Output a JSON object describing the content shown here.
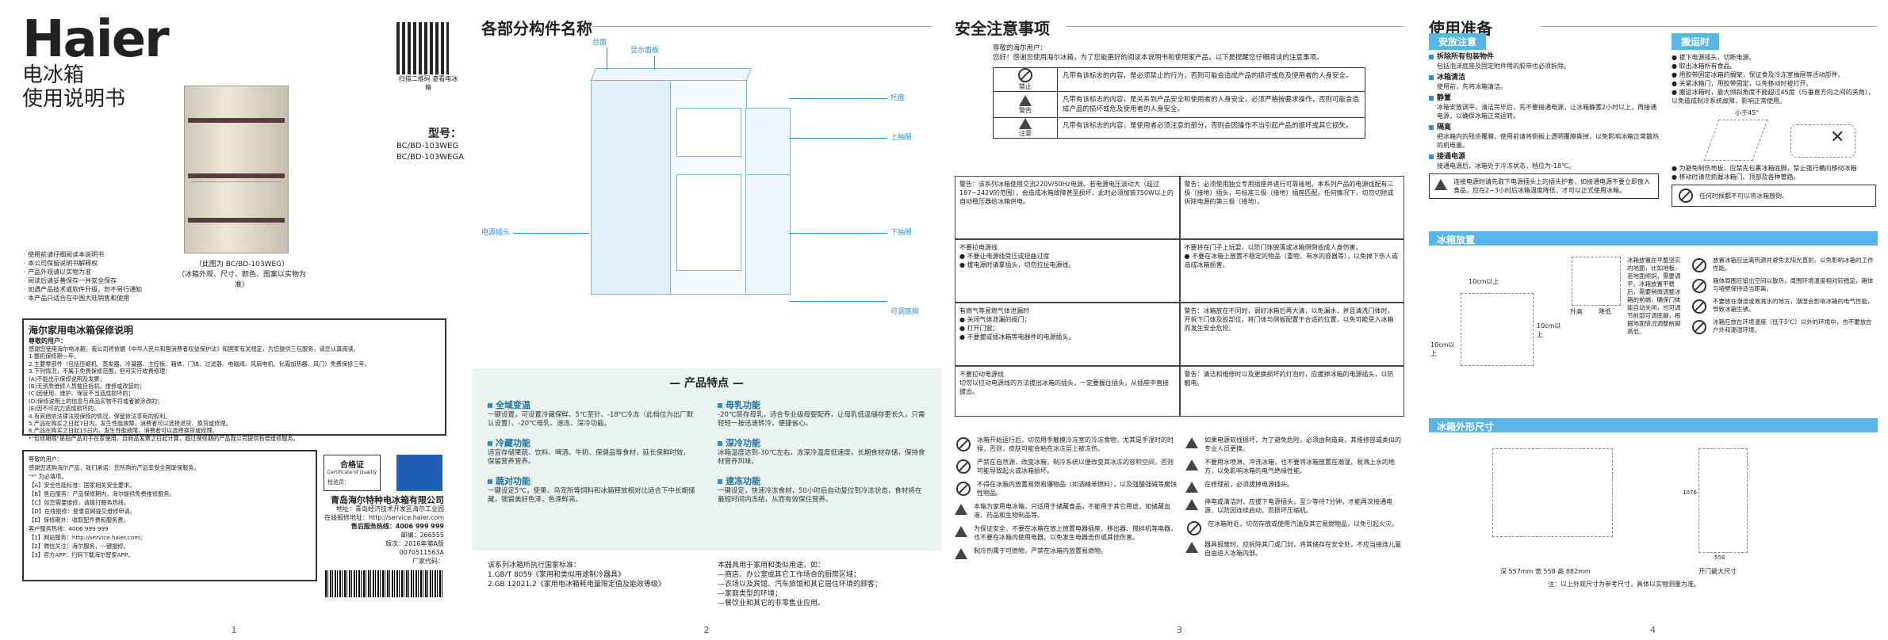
{
  "page1": {
    "brand": "Haier",
    "title_line1": "电冰箱",
    "title_line2": "使用说明书",
    "qr_caption": "扫描二维码 查看电冰箱",
    "model_label": "型号：",
    "models": [
      "BC/BD-103WEG",
      "BC/BD-103WEGA"
    ],
    "image_note1": "（此图为 BC/BD-103WEG）",
    "image_note2": "（冰箱外观、尺寸、颜色、图案以实物为准）",
    "bullets": [
      "· 使用前请仔细阅读本说明书",
      "· 本公司保留说明书解释权",
      "· 产品外观请以实物为准",
      "· 阅读后请妥善保存一并安全保存",
      "· 如遇产品技术或软件升级，恕不另行通知",
      "· 本产品只适合在中国大陆销售和使用"
    ],
    "warranty_title": "海尔家用电冰箱保修说明",
    "warranty_sub": "尊敬的用户：",
    "warranty_lines": [
      "感谢您使用海尔电冰箱，我公司将依据《中华人民共和国消费者权益保护法》和国家有关规定，为您提供三包服务，请您认真阅读。",
      "1.整机保修期一年。",
      "2.主要零部件（包括压缩机、蒸发器、冷凝器、主控板、箱体、门体、过滤器、电磁阀、风扇电机、化霜加热器、风门）免费保修三年。",
      "3.下列情况，不属于免费保修范围，但可实行收费修理：",
      "(A)不能出示保修说明及发票；",
      "(B)无资质维修人员擅自拆机、维修或改装的；",
      "(C)因使用、维护、保管不当造成损坏的；",
      "(D)保修说明上的信息与商品实物不符或者被涂改的；",
      "(E)因不可抗力造成损坏的。",
      "4.有其他依法律法规保修的情况，保留依法享有的权利。",
      "5.产品在购买之日起7日内，发生性能故障，消费者可以选择退货、换货或修理。",
      "6.产品在购买之日起15日内，发生性能故障，消费者可以选择换货或修理。",
      "*\"包修期限\"是指产品对于在家使用，自商品发票之日起计算，超过保修期的产品我公司提供有偿维修服务。"
    ],
    "reg_lines": [
      "尊敬的用户：",
      "感谢您选购海尔产品，我们承诺：您所购的产品享受全国联保服务。",
      "\"*\" 为必填项。",
      "【A】安全性能标准：国家相关安全要求。",
      "【B】售后服务：产品保修期内，海尔提供免费维修服务。",
      "【C】如您需要维修，请拨打服务热线。",
      "【D】在线报修：登录官网提交维修申请。",
      "【E】保修期外：收取配件费和服务费。",
      "客户服务热线：4006 999 999",
      "【1】网站服务：http://service.haier.com；",
      "【2】微信关注：海尔服务，一键报修。",
      "【3】官方APP：扫码下载海尔智家APP。"
    ],
    "cert_title": "合格证",
    "cert_sub": "Certificate of Quality",
    "cert_inspector": "检验员：",
    "company": "青岛海尔特种电冰箱有限公司",
    "address": "地址：青岛经济技术开发区海尔工业园",
    "website": "在线报修地址：http://service.haier.com",
    "hotline": "售后服务热线：4006 999 999",
    "postcode": "邮编：266555",
    "edition": "版次：2016年第A版",
    "factory": "厂家代码：",
    "code": "0070511563A",
    "page_number": "1"
  },
  "page2": {
    "title": "各部分构件名称",
    "labels": {
      "top": "台面",
      "display": "显示面板",
      "tray": "托盘",
      "upper": "上抽屉",
      "lower": "下抽屉",
      "cord": "电源插头",
      "feet": "可调底脚"
    },
    "features_title": "— 产品特点 —",
    "features": [
      {
        "name": "全域变温",
        "text": "一键设置，可设置冷藏保鲜、5℃至针、-18℃冷冻（此档位为出厂默认设置）、-20℃母乳、速冻、深冷功能。"
      },
      {
        "name": "母乳功能",
        "text": "-20℃层存母乳，适合专业级母婴配养，让母乳低温储存更长久，只需轻轻一按迅速转冷，便捷省心。"
      },
      {
        "name": "冷藏功能",
        "text": "适宜存储果蔬、饮料、啤酒、牛奶、保健品等食材，延长保鲜时效，保留营养营养。"
      },
      {
        "name": "深冷功能",
        "text": "冰箱温度达到-30℃左右，冻深冷温度低速度，长期食材存储，保持食材营养风味。"
      },
      {
        "name": "蔬对功能",
        "text": "一键设定5℃，使果、鸟宠所等饲料和冰箱释放相对比适合下中长期储藏，锁留美好色泽，色泽鲜亮。"
      },
      {
        "name": "速冻功能",
        "text": "一键设定，快速冷冻食材，50小时后自动复位到冷冻状态，食材将在最短时间内冻结，从而有效保住营养。"
      }
    ],
    "standards_title": "该系列冰箱所执行国家标准：",
    "standards": [
      "1.GB/T 8059《家用和类似用途制冷器具》",
      "2.GB 12021.2《家用电冰箱耗电量限定值及能效等级》"
    ],
    "usage_title": "本器具用于家用和类似用途，如：",
    "usage": [
      "—商店、办公室或其它工作场合的厨房区域；",
      "—农场以及宾馆、汽车旅馆和其它居住环境的顾客；",
      "—家庭类型的环境；",
      "—餐饮业和其它的非零售业应用。"
    ],
    "page_number": "2"
  },
  "page3": {
    "title": "安全注意事项",
    "intro_lines": [
      "尊敬的海尔用户：",
      "您好！感谢您使用海尔冰箱，为了您能更好的阅读本说明书和使用家产品，以下是提醒您仔细阅读的注意事项。"
    ],
    "legend": [
      {
        "label": "禁止",
        "text": "凡带有该标志的内容，是必须禁止的行为，否则可能会造成产品的损坏或危及使用者的人身安全。"
      },
      {
        "label": "警告",
        "text": "凡带有该标志的内容，是关系到产品安全和使用者的人身安全，必须严格按要求操作，否则可能会造成产品的损坏或危及使用者的人身安全。"
      },
      {
        "label": "注意",
        "text": "凡带有该标志的内容，是使用者必须注意的部分，否则会因操作不当引起产品的损坏或其它损失。"
      }
    ],
    "grid": [
      "警告：该系列冰箱使用交流220V/50Hz电源。若电源电压波动大（超过187~242V的范围），会造成冰箱故障甚至损坏，此时必须加装750W以上的自动稳压器给冰箱供电。",
      "警告：必须使用独立专用插座并进行可靠接地。本系列产品的电源线配有三极（接地）插头，与标准三极（接地）插座匹配。任何情况下，切勿切除或拆除电源的第三极（接地）。",
      "不要拉电源线\n● 不要让电源线受压或扭曲过度\n● 拔电源时请拿插头，切勿拉扯电源线。",
      "不要将在门子上玩耍，以防门体脱落或冰箱侧倒造成人身伤害。\n● 不要在冰箱上放置不稳定的物品（重物、有水的容器等），以免掉下伤人或造成冰箱损害。",
      "有燃气等易燃气体泄漏时\n● 关闭气体泄漏的阀门；\n● 打开门窗；\n● 不要拔或插冰箱等电器件的电源插头。",
      "警告：冰箱放在不同时，调好冰箱后再大清，以免漏水，并且清洗门体时，开拆下门体及胶部位，将门体与侧板配置于合适的位置，以免可能受入冰箱而发生安全危险。",
      "不要拉动电源线\n切勿以拉动电源线的方法拔出冰箱的插头，一定要握住插头，从插座中直接拔出。",
      "警告：清洁和维修时以及更换损坏的灯泡时，应拔掉冰箱的电源插头，以防触电。"
    ],
    "list_left": [
      "冰箱开始运行后，切勿用手触摸冷冻室的冷冻食物，尤其是手湿时的时候，否则，皮肤可能会粘在冰冻层上被冻伤。",
      "严禁在自然源，改变冰箱，制冷系统以便改变其冰冻的容积空间，否则可能导致起火或冰箱损坏。",
      "不得在冰箱内放置易燃易爆物品（如酒精苯燃料），以及强酸强碱等腐蚀性物品。",
      "本箱为家用电冰箱，只适用于储藏食品，不能用于其它用途，如储藏血液、药品和生物制品等。",
      "为保证安全，不要在冰箱在放上放置电器插座、移出器、搅拌机等电器，也不要在冰箱内使用电器，以免发生电器击伤或其他伤害。",
      "制冷剂属于可燃物，严禁在冰箱内放置易燃物。"
    ],
    "list_right": [
      "如果电源软线损坏，为了避免危险，必须由制造商、其维修部或类似的专业人员更换。",
      "不要用水喷淋、冲洗冰箱，也不要将冰箱放置在潮湿、易溅上水的地方，以免影响冰箱的电气绝缘性能。",
      "在修理前，必须拔掉电源插头。",
      "停电或清洁时，应拔下电源插头，至少等待7分钟，才能再次接通电源，以防因连续启动，而损坏压缩机。",
      "在冰箱附近，切勿存放或使用汽油及其它易燃物品，以免引起火灾。",
      "器具报废时，应拆除其门或门封，将其储存在安全处，不应当接连儿童自由进入冰箱内部。"
    ],
    "page_number": "3"
  },
  "page4": {
    "title": "使用准备",
    "tag_left": "安放注意",
    "tag_right": "搬运时",
    "prep_items": [
      {
        "name": "拆除所有包装物件",
        "text": "包括泡沫底座及固定附件用的胶带也必须拆除。"
      },
      {
        "name": "冰箱清洁",
        "text": "使用前，先将冰箱清洁。"
      },
      {
        "name": "静置",
        "text": "冰箱安放调平，清洁完毕后，先不要接通电源，让冰箱静置2小时以上，再接通电源，以确保冰箱正常运转。"
      },
      {
        "name": "隔离",
        "text": "把冰箱内的残余覆膜，使用前请将侧板上透明覆膜撕掉，以免影响冰箱正常散热的机电量。"
      },
      {
        "name": "接通电源",
        "text": "接通电源后，冰箱处于冷冻状态，档位为-18℃。"
      }
    ],
    "power_note": "连接电源时请先取下电源插头上的插头护套，如接通电源不要立即放入食品，应在2~3小时后冰箱温度降低，才可以正式使用冰箱。",
    "transport": [
      "● 拔下电源插头，切断电源。",
      "● 取出冰箱所有食品。",
      "● 用胶带固定冰箱的搁架，保证食及冷冻室抽屉等活动部件。",
      "● 关紧冰箱门，用胶带固定，以免移动时被打开。",
      "● 搬运冰箱时，最大倾斜角度不能超过45度（与垂直方向之间的夹角），以免造成制冷系统故障，影响正常使用。"
    ],
    "angle_label": "小于45°",
    "transport2": [
      "● 为避免制伤地板，应禁先包裹冰箱底脚，禁止强行横向移动冰箱",
      "● 移动时请勿抓握冰箱门、顶部及各种管路。"
    ],
    "transport_note": "任何时候都不可以将冰箱放倒。",
    "placement_tag": "冰箱放置",
    "gap_top": "10cm以上",
    "gap_side": "10cm以上",
    "gap_front": "10cm以上",
    "level_labels": [
      "升高",
      "降低"
    ],
    "level_text": "冰箱放置在平整坚实的地面，比如地板，若地面倾斜，需要调平。冰箱放置平稳后，需要稍微调整冰箱的前端，确保门体能自动关闭，也可调节前部可调底脚，根据地面情况调整前脚高低。",
    "placement_right": [
      "放置冰箱应远离热源并避免太阳光直射，以免影响冰箱的工作性能。",
      "箱体周围应留出空间以散热，周围环境温度相对较稳定，箱体与墙壁保持适当距离。",
      "不要放在潮湿或易溅水的地方，潮湿会影响冰箱的电气性能，导致冰箱生锈。",
      "冰箱应放在环境温度（低于5℃）以外的环境中，也不要放在户外和潮湿环境。"
    ],
    "dims_tag": "冰箱外形尺寸",
    "dims_label_left": "深 557mm 宽 558 高 882mm",
    "dims_label_right": "开门最大尺寸",
    "dims_width": "558",
    "dims_height": "1076",
    "dims_note": "注：以上外观尺寸为参考尺寸，具体以实物测量为准。",
    "page_number": "4"
  },
  "colors": {
    "accent": "#2a8fd6",
    "tag": "#58b6e6",
    "band": "#eaf3f1"
  }
}
